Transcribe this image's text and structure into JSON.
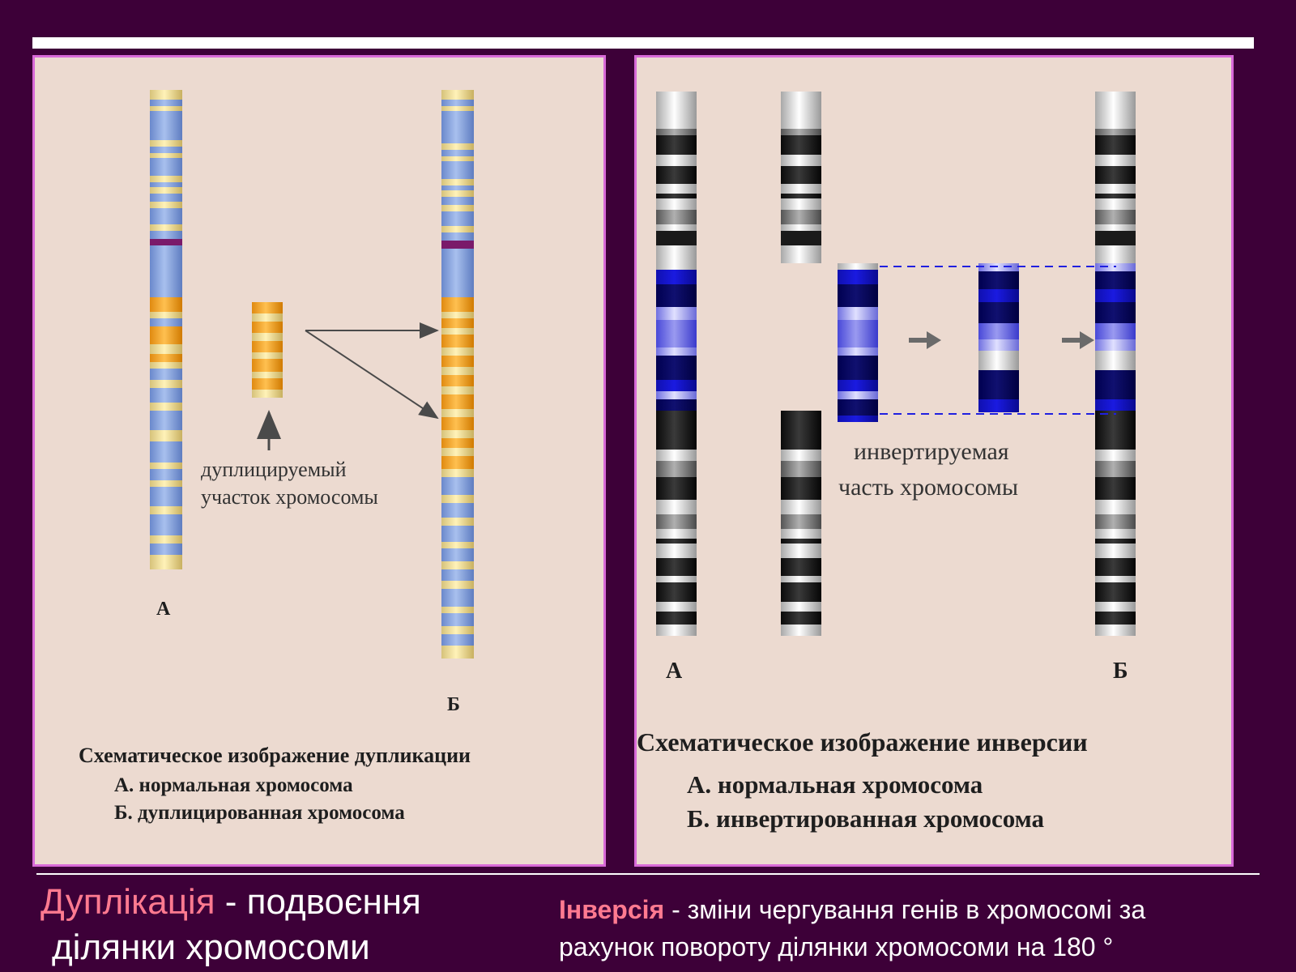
{
  "slide": {
    "background_color": "#3d0038",
    "accent_color": "#ff7a90",
    "panel_border_color": "#d86ad8"
  },
  "duplication_figure": {
    "chromosome_a_label": "А",
    "chromosome_b_label": "Б",
    "segment_label_line1": "дуплицируемый",
    "segment_label_line2": "участок хромосомы",
    "caption_title": "Схематическое изображение дупликации",
    "caption_a": "А. нормальная хромосома",
    "caption_b": "Б. дуплицированная хромосома"
  },
  "inversion_figure": {
    "chromosome_a_label": "А",
    "chromosome_b_label": "Б",
    "segment_label_line1": "инвертируемая",
    "segment_label_line2": "часть хромосомы",
    "caption_title": "Схематическое изображение инверсии",
    "caption_a": "А. нормальная хромосома",
    "caption_b": "Б. инвертированная хромосома"
  },
  "definitions": {
    "duplication_term": "Дуплікація",
    "duplication_rest_line1": " - подвоєння",
    "duplication_rest_line2": "ділянки хромосоми",
    "inversion_term": "Інверсія",
    "inversion_rest_line1": " - зміни чергування генів в хромосомі за",
    "inversion_rest_line2": "рахунок повороту ділянки хромосоми на 180 °"
  }
}
